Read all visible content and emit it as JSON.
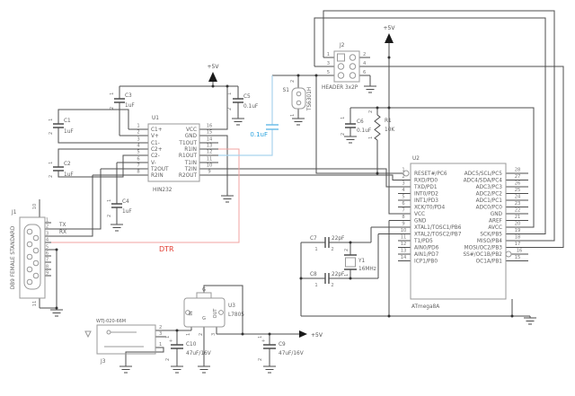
{
  "power": {
    "plus5v": "+5V"
  },
  "signals": {
    "dtr": "DTR",
    "tx": "TX",
    "rx": "RX"
  },
  "terminals": {
    "t1": "1",
    "t2": "2",
    "plus": "+"
  },
  "j1": {
    "ref": "J1",
    "name": "DB9 FEMALE STANDARD",
    "pins": [
      "1",
      "2",
      "3",
      "4",
      "5",
      "6",
      "7",
      "8",
      "9"
    ],
    "shield_top": "10",
    "shield_bottom": "11"
  },
  "u1": {
    "ref": "U1",
    "part": "HIN232",
    "left": [
      {
        "n": "1",
        "label": "C1+"
      },
      {
        "n": "2",
        "label": "V+"
      },
      {
        "n": "3",
        "label": "C1-"
      },
      {
        "n": "4",
        "label": "C2+"
      },
      {
        "n": "5",
        "label": "C2-"
      },
      {
        "n": "6",
        "label": "V-"
      },
      {
        "n": "7",
        "label": "T2OUT"
      },
      {
        "n": "8",
        "label": "R2IN"
      }
    ],
    "right": [
      {
        "n": "16",
        "label": "VCC"
      },
      {
        "n": "15",
        "label": "GND"
      },
      {
        "n": "14",
        "label": "T1OUT"
      },
      {
        "n": "13",
        "label": "R1IN"
      },
      {
        "n": "12",
        "label": "R1OUT"
      },
      {
        "n": "11",
        "label": "T1IN"
      },
      {
        "n": "10",
        "label": "T2IN"
      },
      {
        "n": "9",
        "label": "R2OUT"
      }
    ]
  },
  "u2": {
    "ref": "U2",
    "part": "ATmega8A",
    "left": [
      {
        "n": "1",
        "label": "RESET#/PC6"
      },
      {
        "n": "2",
        "label": "RXD/PD0"
      },
      {
        "n": "3",
        "label": "TXD/PD1"
      },
      {
        "n": "4",
        "label": "INT0/PD2"
      },
      {
        "n": "5",
        "label": "INT1/PD3"
      },
      {
        "n": "6",
        "label": "XCK/T0/PD4"
      },
      {
        "n": "7",
        "label": "VCC"
      },
      {
        "n": "8",
        "label": "GND"
      },
      {
        "n": "9",
        "label": "XTAL1/TOSC1/PB6"
      },
      {
        "n": "10",
        "label": "XTAL2/TOSC2/PB7"
      },
      {
        "n": "11",
        "label": "T1/PD5"
      },
      {
        "n": "12",
        "label": "AIN0/PD6"
      },
      {
        "n": "13",
        "label": "AIN1/PD7"
      },
      {
        "n": "14",
        "label": "ICP1/PB0"
      }
    ],
    "right": [
      {
        "n": "28",
        "label": "ADC5/SCL/PC5"
      },
      {
        "n": "27",
        "label": "ADC4/SDA/PC4"
      },
      {
        "n": "26",
        "label": "ADC3/PC3"
      },
      {
        "n": "25",
        "label": "ADC2/PC2"
      },
      {
        "n": "24",
        "label": "ADC1/PC1"
      },
      {
        "n": "23",
        "label": "ADC0/PC0"
      },
      {
        "n": "22",
        "label": "GND"
      },
      {
        "n": "21",
        "label": "AREF"
      },
      {
        "n": "20",
        "label": "AVCC"
      },
      {
        "n": "19",
        "label": "SCK/PB5"
      },
      {
        "n": "18",
        "label": "MISO/PB4"
      },
      {
        "n": "17",
        "label": "MOSI/OC2/PB3"
      },
      {
        "n": "16",
        "label": "SS#/OC1B/PB2"
      },
      {
        "n": "15",
        "label": "OC1A/PB1"
      }
    ]
  },
  "u3": {
    "ref": "U3",
    "part": "L7805",
    "pin_in": "IN",
    "pin_gnd": "G",
    "pin_out": "OUT",
    "tab": "G",
    "pins": [
      "1",
      "2",
      "3"
    ]
  },
  "j2": {
    "ref": "J2",
    "name": "HEADER 3x2P",
    "pins": [
      "1",
      "2",
      "3",
      "4",
      "5",
      "6"
    ]
  },
  "j3": {
    "ref": "J3",
    "name": "WTJ-020-66M",
    "pins": [
      "2",
      "3",
      "1"
    ]
  },
  "s1": {
    "ref": "S1",
    "part": "TS6301H"
  },
  "y1": {
    "ref": "Y1",
    "val": "16MHz"
  },
  "r1": {
    "ref": "R1",
    "val": "10K"
  },
  "caps": {
    "c1": {
      "ref": "C1",
      "val": "1uF"
    },
    "c2": {
      "ref": "C2",
      "val": "1uF"
    },
    "c3": {
      "ref": "C3",
      "val": "1uF"
    },
    "c4": {
      "ref": "C4",
      "val": "1uF"
    },
    "c5": {
      "ref": "C5",
      "val": "0.1uF"
    },
    "c6": {
      "ref": "C6",
      "val": "0.1uF"
    },
    "c7": {
      "ref": "C7",
      "val": "22pF"
    },
    "c8": {
      "ref": "C8",
      "val": "22pF"
    },
    "c9": {
      "ref": "C9",
      "val": "47uF/16V"
    },
    "c10": {
      "ref": "C10",
      "val": "47uF/16V"
    },
    "reset_cap": {
      "val": "0.1uF"
    }
  },
  "colors": {
    "wire": "#4d4d4d",
    "body": "#989898",
    "text": "#5f5f5f",
    "wire_red": "#f0a3a0",
    "text_red": "#e23d32",
    "wire_blue": "#a9d3ed",
    "text_blue": "#2ba3df",
    "background": "#ffffff"
  }
}
